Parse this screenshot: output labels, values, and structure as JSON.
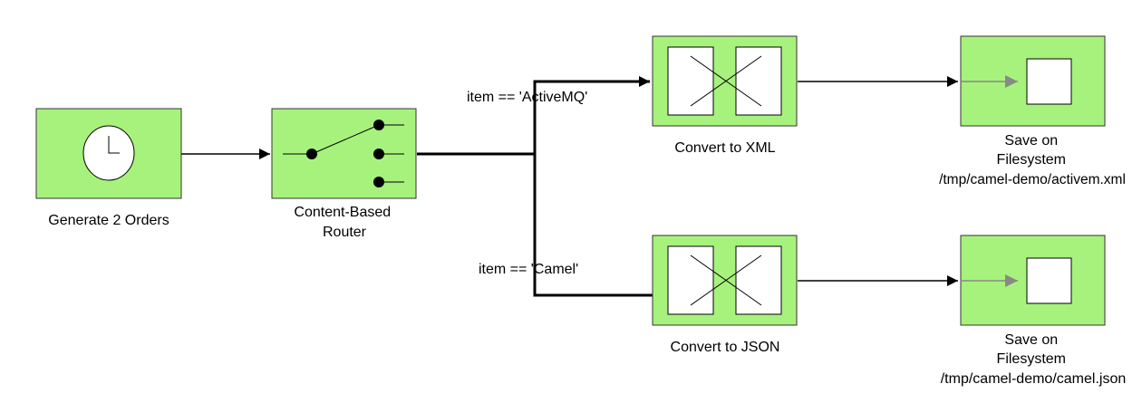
{
  "colors": {
    "node_fill": "#a7f27c",
    "node_stroke": "#333333",
    "edge": "#000000",
    "arrow_gray": "#888888",
    "inner_white": "#ffffff"
  },
  "nodes": {
    "timer": {
      "label_lines": [
        "Generate 2 Orders"
      ],
      "icon": "clock-icon"
    },
    "router": {
      "label_lines": [
        "Content-Based",
        "Router"
      ],
      "icon": "switch-icon"
    },
    "to_xml": {
      "label_lines": [
        "Convert to XML"
      ],
      "icon": "translator-icon"
    },
    "to_json": {
      "label_lines": [
        "Convert to JSON"
      ],
      "icon": "translator-icon"
    },
    "save_xml": {
      "label_lines": [
        "Save on",
        "Filesystem",
        "/tmp/camel-demo/activem.xml"
      ],
      "icon": "file-endpoint-icon"
    },
    "save_json": {
      "label_lines": [
        "Save on",
        "Filesystem",
        "/tmp/camel-demo/camel.json"
      ],
      "icon": "file-endpoint-icon"
    }
  },
  "edges": {
    "condition_activemq": "item == 'ActiveMQ'",
    "condition_camel": "item == 'Camel'"
  }
}
